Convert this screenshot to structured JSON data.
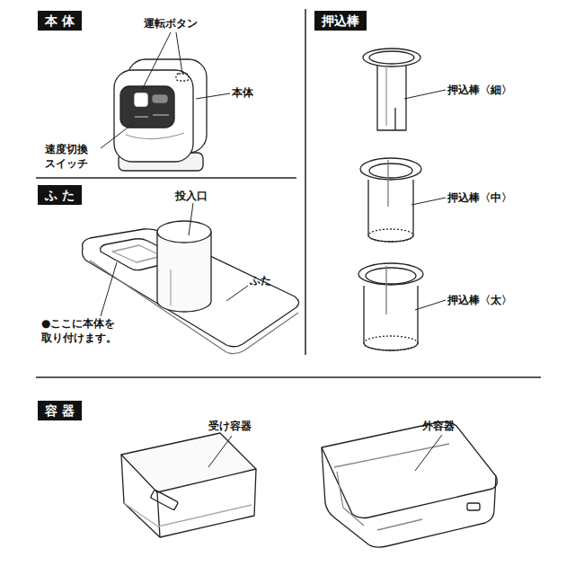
{
  "diagram": {
    "nodes": [
      {
        "text": [
          "本 体"
        ]
      },
      {
        "text": [
          "ふ た"
        ]
      },
      {
        "text": [
          "押込棒"
        ]
      },
      {
        "text": [
          "容 器"
        ]
      }
    ],
    "labels": [
      "運転ボタン",
      "本体",
      "速度切換 スイッチ",
      "投入口",
      "ふた",
      "●ここに本体を 取り付けます。",
      "押込棒〈細〉",
      "押込棒〈中〉",
      "押込棒〈太〉",
      "受け容器",
      "外容器"
    ]
  }
}
